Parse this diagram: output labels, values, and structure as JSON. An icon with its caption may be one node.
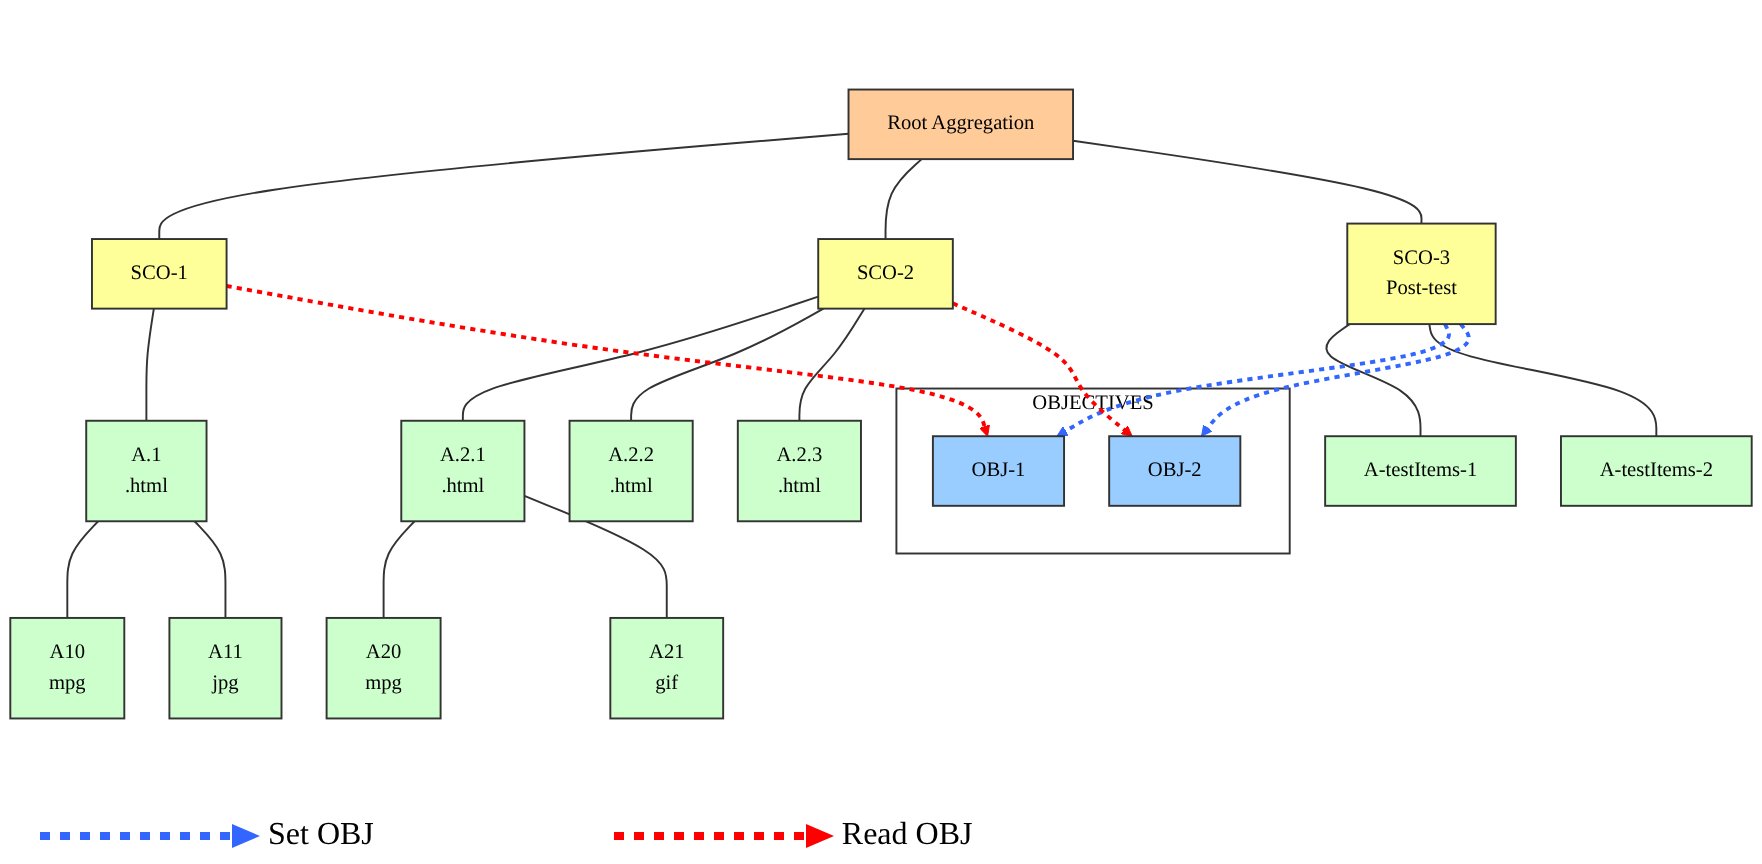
{
  "diagram": {
    "nodes": [
      {
        "text": [
          "Root Aggregation"
        ]
      },
      {
        "text": [
          "SCO-1"
        ]
      },
      {
        "text": [
          "SCO-2"
        ]
      },
      {
        "text": [
          "SCO-3",
          "Post-test"
        ]
      },
      {
        "text": [
          "OBJECTIVES"
        ]
      },
      {
        "text": [
          "OBJ-1"
        ],
        "in": 4
      },
      {
        "text": [
          "OBJ-2"
        ],
        "in": 4
      },
      {
        "text": [
          "A.1",
          ".html"
        ]
      },
      {
        "text": [
          "A.2.1",
          ".html"
        ]
      },
      {
        "text": [
          "A.2.2",
          ".html"
        ]
      },
      {
        "text": [
          "A.2.3",
          ".html"
        ]
      },
      {
        "text": [
          "A-testItems-1"
        ]
      },
      {
        "text": [
          "A10",
          "mpg"
        ]
      },
      {
        "text": [
          "A11",
          "jpg"
        ]
      },
      {
        "text": [
          "A20",
          "mpg"
        ]
      },
      {
        "text": [
          "A21",
          "gif"
        ]
      },
      {
        "text": [
          "A-testItems-2"
        ]
      }
    ],
    "edges": [
      {
        "from": 0,
        "to": 1,
        "arrow": "none"
      },
      {
        "from": 0,
        "to": 2,
        "arrow": "none"
      },
      {
        "from": 0,
        "to": 3,
        "arrow": "none"
      },
      {
        "from": 1,
        "to": 7,
        "arrow": "none"
      },
      {
        "from": 2,
        "to": 8,
        "arrow": "none"
      },
      {
        "from": 2,
        "to": 9,
        "arrow": "none"
      },
      {
        "from": 2,
        "to": 10,
        "arrow": "none"
      },
      {
        "from": 3,
        "to": 11,
        "arrow": "none"
      },
      {
        "from": 3,
        "to": 16,
        "arrow": "none"
      },
      {
        "from": 7,
        "to": 12,
        "arrow": "none"
      },
      {
        "from": 7,
        "to": 13,
        "arrow": "none"
      },
      {
        "from": 8,
        "to": 14,
        "arrow": "none"
      },
      {
        "from": 8,
        "to": 15,
        "arrow": "none"
      },
      {
        "from": 3,
        "to": 5,
        "arrow": "to",
        "style": "dashed",
        "color": "#3366ff"
      },
      {
        "from": 3,
        "to": 6,
        "arrow": "to",
        "style": "dashed",
        "color": "#3366ff"
      },
      {
        "from": 1,
        "to": 5,
        "arrow": "to",
        "style": "dashed",
        "color": "#ff0000"
      },
      {
        "from": 2,
        "to": 6,
        "arrow": "to",
        "style": "dashed",
        "color": "#ff0000"
      }
    ],
    "legend": [
      {
        "text": "Set OBJ"
      },
      {
        "text": "Read OBJ"
      }
    ]
  }
}
